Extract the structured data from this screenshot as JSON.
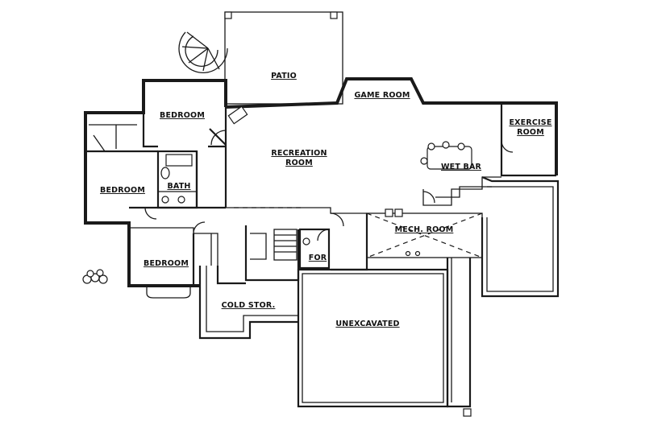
{
  "rooms": {
    "patio": "PATIO",
    "game_room": "GAME ROOM",
    "bedroom_top": "BEDROOM",
    "exercise_line1": "EXERCISE",
    "exercise_line2": "ROOM",
    "recreation_line1": "RECREATION",
    "recreation_line2": "ROOM",
    "wet_bar": "WET BAR",
    "bedroom_left": "BEDROOM",
    "bath": "BATH",
    "mech_room": "MECH. ROOM",
    "for": "FOR",
    "bedroom_bottom": "BEDROOM",
    "cold_stor": "COLD STOR.",
    "unexcavated": "UNEXCAVATED"
  }
}
